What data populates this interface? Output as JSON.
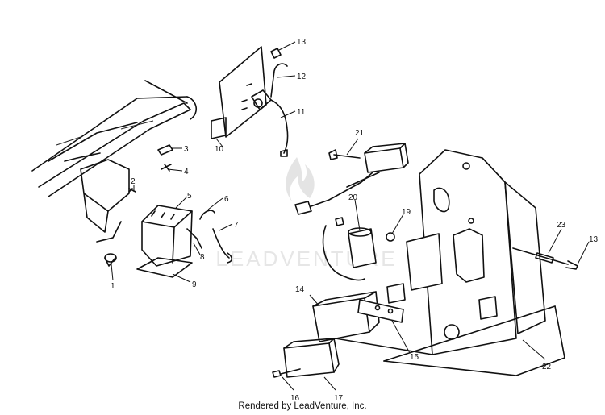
{
  "diagram": {
    "callouts": [
      {
        "id": "c1",
        "label": "1"
      },
      {
        "id": "c2",
        "label": "2"
      },
      {
        "id": "c3",
        "label": "3"
      },
      {
        "id": "c4",
        "label": "4"
      },
      {
        "id": "c5",
        "label": "5"
      },
      {
        "id": "c6",
        "label": "6"
      },
      {
        "id": "c7",
        "label": "7"
      },
      {
        "id": "c8",
        "label": "8"
      },
      {
        "id": "c9",
        "label": "9"
      },
      {
        "id": "c10",
        "label": "10"
      },
      {
        "id": "c11",
        "label": "11"
      },
      {
        "id": "c12",
        "label": "12"
      },
      {
        "id": "c13a",
        "label": "13"
      },
      {
        "id": "c13b",
        "label": "13"
      },
      {
        "id": "c14",
        "label": "14"
      },
      {
        "id": "c15",
        "label": "15"
      },
      {
        "id": "c16",
        "label": "16"
      },
      {
        "id": "c17",
        "label": "17"
      },
      {
        "id": "c19",
        "label": "19"
      },
      {
        "id": "c20",
        "label": "20"
      },
      {
        "id": "c21",
        "label": "21"
      },
      {
        "id": "c22",
        "label": "22"
      },
      {
        "id": "c23",
        "label": "23"
      }
    ]
  },
  "watermark": {
    "text": "LEADVENTURE"
  },
  "footer": {
    "text": "Rendered by LeadVenture, Inc."
  }
}
